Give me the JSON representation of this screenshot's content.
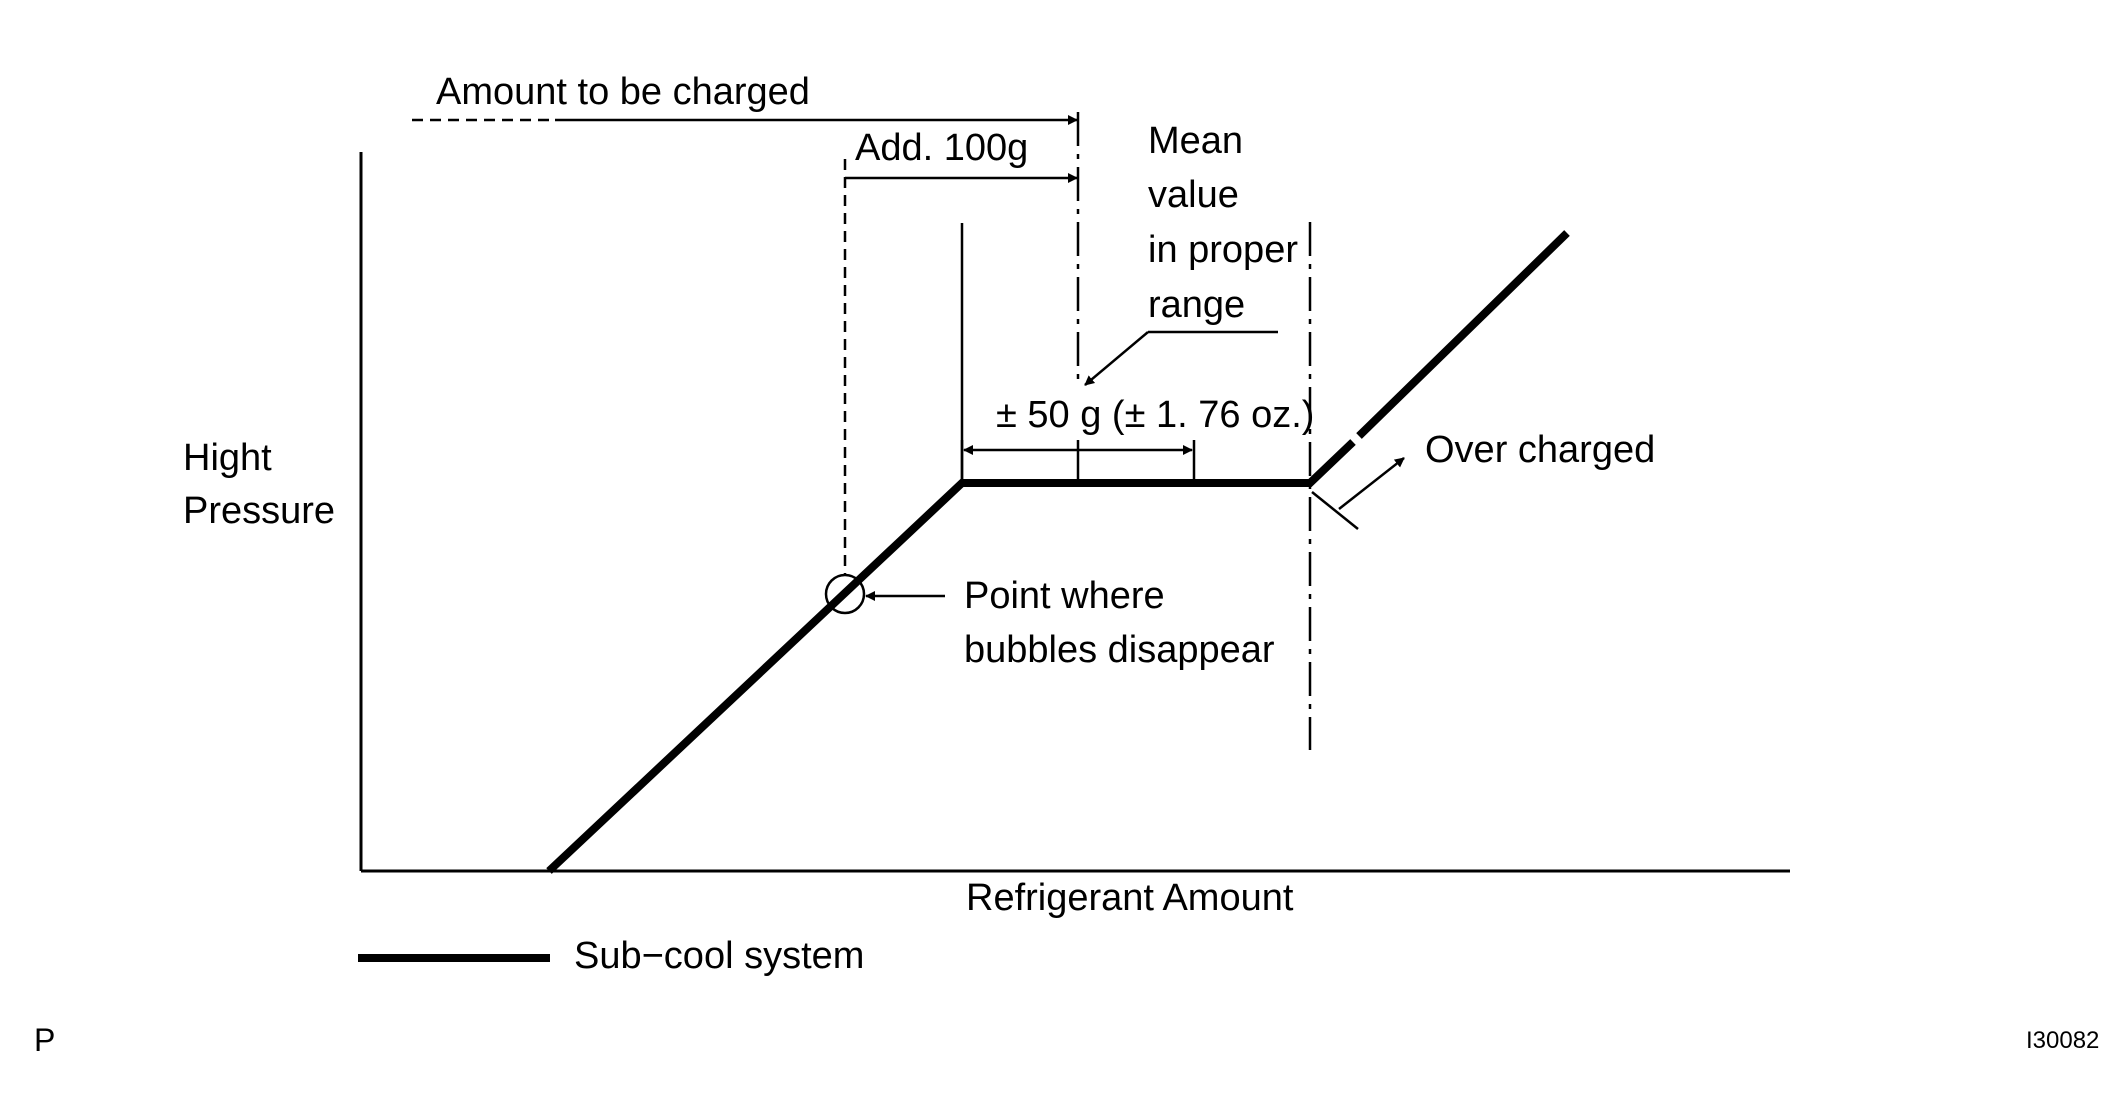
{
  "labels": {
    "amount_to_be_charged": "Amount to be charged",
    "add_100g": "Add. 100g",
    "mean_value_lines": [
      "Mean",
      "value",
      "in proper",
      "range"
    ],
    "tolerance": "±  50 g (± 1. 76 oz.)",
    "y_axis_lines": [
      "Hight",
      "Pressure"
    ],
    "over_charged": "Over charged",
    "point_where_lines": [
      "Point where",
      "bubbles disappear"
    ],
    "x_axis": "Refrigerant Amount",
    "legend_subcool": "Sub−cool system",
    "corner_p": "P",
    "figure_code": "I30082"
  },
  "colors": {
    "ink": "#000000",
    "background": "#ffffff"
  }
}
